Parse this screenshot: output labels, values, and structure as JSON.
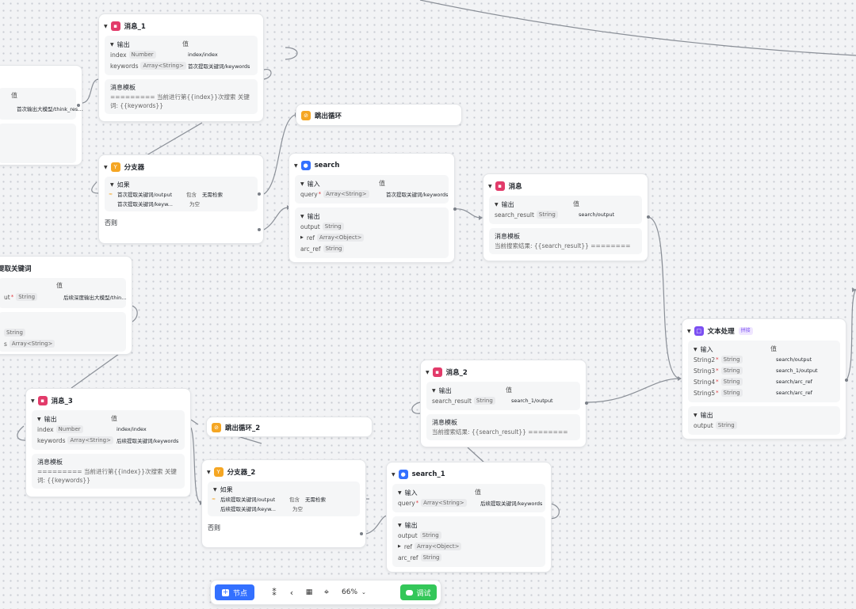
{
  "labels": {
    "output": "输出",
    "input": "输入",
    "value": "值",
    "template": "消息模板",
    "if": "如果",
    "else": "否则"
  },
  "nodes": {
    "left_top": {
      "value_header": "值",
      "rows": [
        {
          "value": "首次输出大模型/think_res..."
        }
      ]
    },
    "msg1": {
      "title": "消息_1",
      "rows": [
        {
          "name": "index",
          "type": "Number",
          "value": "index/index"
        },
        {
          "name": "keywords",
          "type": "Array<String>",
          "value": "首次提取关键词/keywords"
        }
      ],
      "template": "========= 当前进行第{{index}}次搜索 关键词: {{keywords}}"
    },
    "break1": {
      "title": "跳出循环"
    },
    "branch1": {
      "title": "分支器",
      "conditions": [
        {
          "left": "首次提取关键词/output",
          "op": "包含",
          "right": "无需检索"
        },
        {
          "left": "首次提取关键词/keyw...",
          "op": "为空",
          "right": ""
        }
      ]
    },
    "search": {
      "title": "search",
      "inputs": [
        {
          "name": "query",
          "type": "Array<String>",
          "value": "首次提取关键词/keywords"
        }
      ],
      "outputs": [
        {
          "name": "output",
          "type": "String"
        },
        {
          "name": "ref",
          "type": "Array<Object>"
        },
        {
          "name": "arc_ref",
          "type": "String"
        }
      ]
    },
    "msg": {
      "title": "消息",
      "rows": [
        {
          "name": "search_result",
          "type": "String",
          "value": "search/output"
        }
      ],
      "template": "当前搜索结果: {{search_result}} ========"
    },
    "left_mid": {
      "title": "提取关键词",
      "value_header": "值",
      "input_partial": "ut",
      "input_type": "String",
      "input_value": "后续深度输出大模型/thin...",
      "out1_type": "String",
      "out2_partial": "s",
      "out2_type": "Array<String>"
    },
    "text": {
      "title": "文本处理",
      "badge": "拼接",
      "inputs": [
        {
          "name": "String2",
          "type": "String",
          "value": "search/output"
        },
        {
          "name": "String3",
          "type": "String",
          "value": "search_1/output"
        },
        {
          "name": "String4",
          "type": "String",
          "value": "search/arc_ref"
        },
        {
          "name": "String5",
          "type": "String",
          "value": "search/arc_ref"
        }
      ],
      "outputs": [
        {
          "name": "output",
          "type": "String"
        }
      ]
    },
    "msg2": {
      "title": "消息_2",
      "rows": [
        {
          "name": "search_result",
          "type": "String",
          "value": "search_1/output"
        }
      ],
      "template": "当前搜索结果: {{search_result}} ========"
    },
    "msg3": {
      "title": "消息_3",
      "rows": [
        {
          "name": "index",
          "type": "Number",
          "value": "index/index"
        },
        {
          "name": "keywords",
          "type": "Array<String>",
          "value": "后续提取关键词/keywords"
        }
      ],
      "template": "========= 当前进行第{{index}}次搜索 关键词: {{keywords}}"
    },
    "break2": {
      "title": "跳出循环_2"
    },
    "branch2": {
      "title": "分支器_2",
      "conditions": [
        {
          "left": "后续提取关键词/output",
          "op": "包含",
          "right": "无需检索"
        },
        {
          "left": "后续提取关键词/keyw...",
          "op": "为空",
          "right": ""
        }
      ]
    },
    "search1": {
      "title": "search_1",
      "inputs": [
        {
          "name": "query",
          "type": "Array<String>",
          "value": "后续提取关键词/keywords"
        }
      ],
      "outputs": [
        {
          "name": "output",
          "type": "String"
        },
        {
          "name": "ref",
          "type": "Array<Object>"
        },
        {
          "name": "arc_ref",
          "type": "String"
        }
      ]
    }
  },
  "toolbar": {
    "add_node_label": "节点",
    "zoom": "66%",
    "debug_label": "调试",
    "icons": [
      "add-icon",
      "auto-layout-icon",
      "connector-style-icon",
      "minimap-icon",
      "fit-view-icon",
      "chevron-down-icon",
      "chat-icon"
    ]
  },
  "colors": {
    "message_icon": "#e23b6a",
    "branch_icon": "#f5a623",
    "search_icon": "#3370ff",
    "text_icon": "#7b4ff2",
    "primary_button": "#3370ff",
    "debug_button": "#34c759",
    "required_mark": "#e0383e"
  }
}
